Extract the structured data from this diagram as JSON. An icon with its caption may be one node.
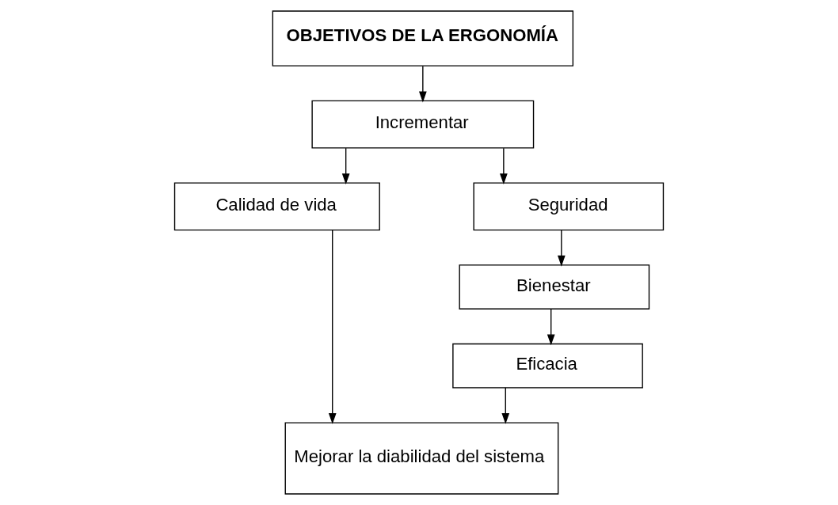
{
  "diagram": {
    "nodes": [
      {
        "text": [
          "OBJETIVOS DE LA ERGONOMÍA"
        ]
      },
      {
        "text": [
          "Incrementar"
        ]
      },
      {
        "text": [
          "Calidad de vida"
        ]
      },
      {
        "text": [
          "Seguridad"
        ]
      },
      {
        "text": [
          "Bienestar"
        ]
      },
      {
        "text": [
          "Eficacia"
        ]
      },
      {
        "text": [
          "Mejorar la diabilidad del sistema"
        ]
      }
    ],
    "edges": [
      {
        "from": 0,
        "to": 1,
        "arrow": "to"
      },
      {
        "from": 1,
        "to": 2,
        "arrow": "to"
      },
      {
        "from": 1,
        "to": 3,
        "arrow": "to"
      },
      {
        "from": 3,
        "to": 4,
        "arrow": "to"
      },
      {
        "from": 4,
        "to": 5,
        "arrow": "to"
      },
      {
        "from": 2,
        "to": 6,
        "arrow": "to"
      },
      {
        "from": 5,
        "to": 6,
        "arrow": "to"
      }
    ]
  }
}
